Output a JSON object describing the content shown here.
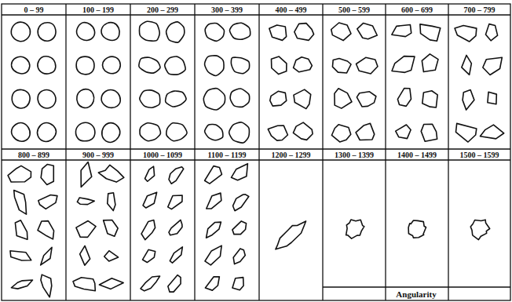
{
  "diagram": {
    "labels": [
      "0 – 99",
      "100 – 199",
      "200 – 299",
      "300 – 399",
      "400 – 499",
      "500 – 599",
      "600 – 699",
      "700 – 799",
      "800 – 899",
      "900 – 999",
      "1000 – 1099",
      "1100 – 1199",
      "1200 – 1299",
      "1300 – 1399",
      "1400 – 1499",
      "1500 – 1599",
      "Angularity"
    ]
  }
}
